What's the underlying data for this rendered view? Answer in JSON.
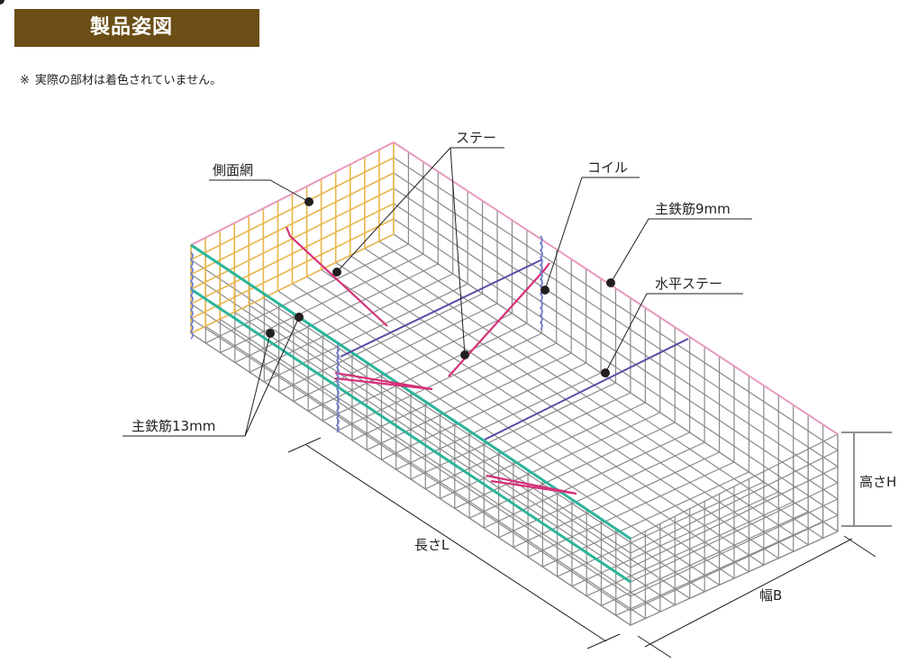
{
  "header": {
    "title": "製品姿図"
  },
  "note": {
    "mark": "※",
    "text": "実際の部材は着色されていません。"
  },
  "labels": {
    "side_mesh": "側面網",
    "stay": "ステー",
    "coil": "コイル",
    "main_bar_9": "主鉄筋9mm",
    "horizontal_stay": "水平ステー",
    "main_bar_13": "主鉄筋13mm",
    "height": "高さH",
    "length": "長さL",
    "width": "幅B"
  },
  "colors": {
    "header_bg": "#6b4e16",
    "mesh": "#8a8a8a",
    "side_mesh": "#e8b64a",
    "main_bar_13": "#2bb59a",
    "main_bar_9": "#e79ac0",
    "stay": "#d6317a",
    "horizontal_stay": "#5a4aa8",
    "coil": "#6c7fd0"
  }
}
